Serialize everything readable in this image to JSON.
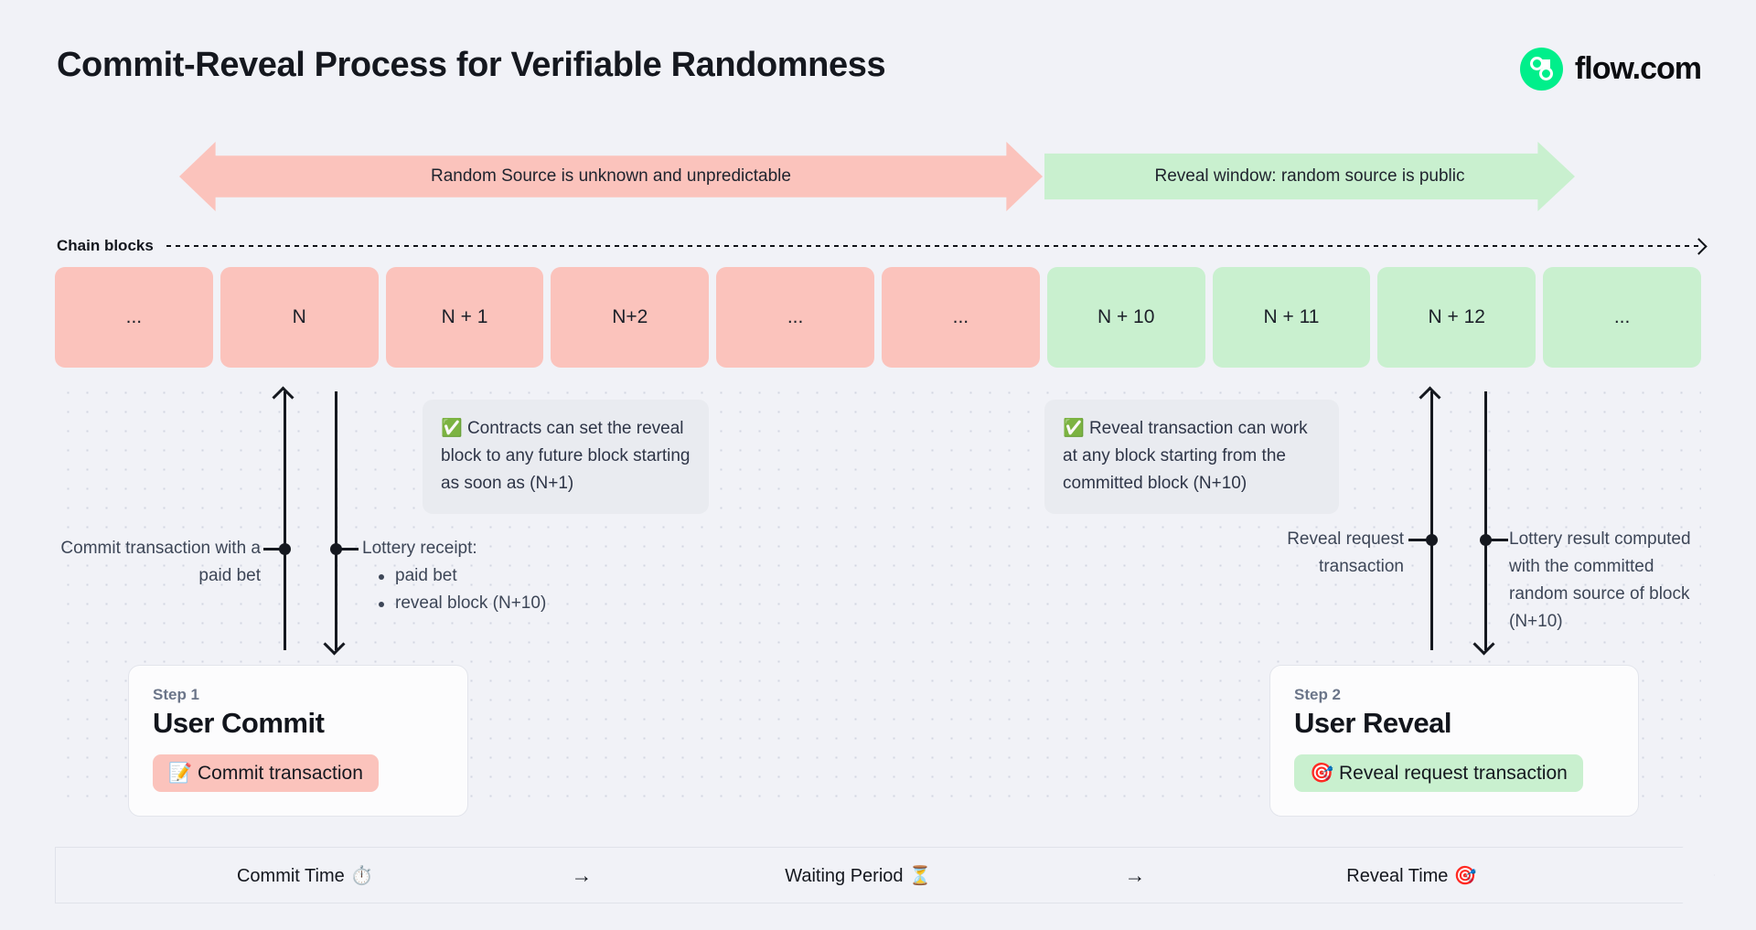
{
  "header": {
    "title": "Commit-Reveal Process for Verifiable Randomness",
    "brand_name": "flow.com",
    "brand_color": "#00ef8b"
  },
  "phases": {
    "unknown_label": "Random Source is unknown and unpredictable",
    "unknown_color": "#fbc3bc",
    "reveal_label": "Reveal window: random source is public",
    "reveal_color": "#c9f0cf"
  },
  "chain": {
    "label": "Chain blocks",
    "blocks": [
      {
        "label": "...",
        "phase": "commit"
      },
      {
        "label": "N",
        "phase": "commit"
      },
      {
        "label": "N + 1",
        "phase": "commit"
      },
      {
        "label": "N+2",
        "phase": "commit"
      },
      {
        "label": "...",
        "phase": "commit"
      },
      {
        "label": "...",
        "phase": "commit"
      },
      {
        "label": "N + 10",
        "phase": "reveal"
      },
      {
        "label": "N + 11",
        "phase": "reveal"
      },
      {
        "label": "N + 12",
        "phase": "reveal"
      },
      {
        "label": "...",
        "phase": "reveal"
      }
    ]
  },
  "callouts": {
    "commit_note": "Contracts can set the reveal block to any future block starting as soon as (N+1)",
    "reveal_note": "Reveal transaction can work at any block starting from the committed block (N+10)",
    "tick_icon": "check-mark-button"
  },
  "annotations": {
    "commit_tx": "Commit transaction with a paid bet",
    "receipt_title": "Lottery receipt:",
    "receipt_items": [
      "paid bet",
      "reveal block (N+10)"
    ],
    "reveal_request": "Reveal request transaction",
    "lottery_result": "Lottery result computed with the committed random source of block (N+10)"
  },
  "steps": [
    {
      "kicker": "Step 1",
      "title": "User Commit",
      "pill_icon": "memo-emoji",
      "pill_label": "Commit transaction"
    },
    {
      "kicker": "Step 2",
      "title": "User Reveal",
      "pill_icon": "direct-hit-emoji",
      "pill_label": "Reveal request transaction"
    }
  ],
  "timeline": {
    "segments": [
      {
        "label": "Commit Time",
        "icon": "stopwatch-emoji"
      },
      {
        "label": "Waiting Period",
        "icon": "hourglass-emoji"
      },
      {
        "label": "Reveal Time",
        "icon": "direct-hit-emoji"
      }
    ],
    "separator": "→"
  }
}
